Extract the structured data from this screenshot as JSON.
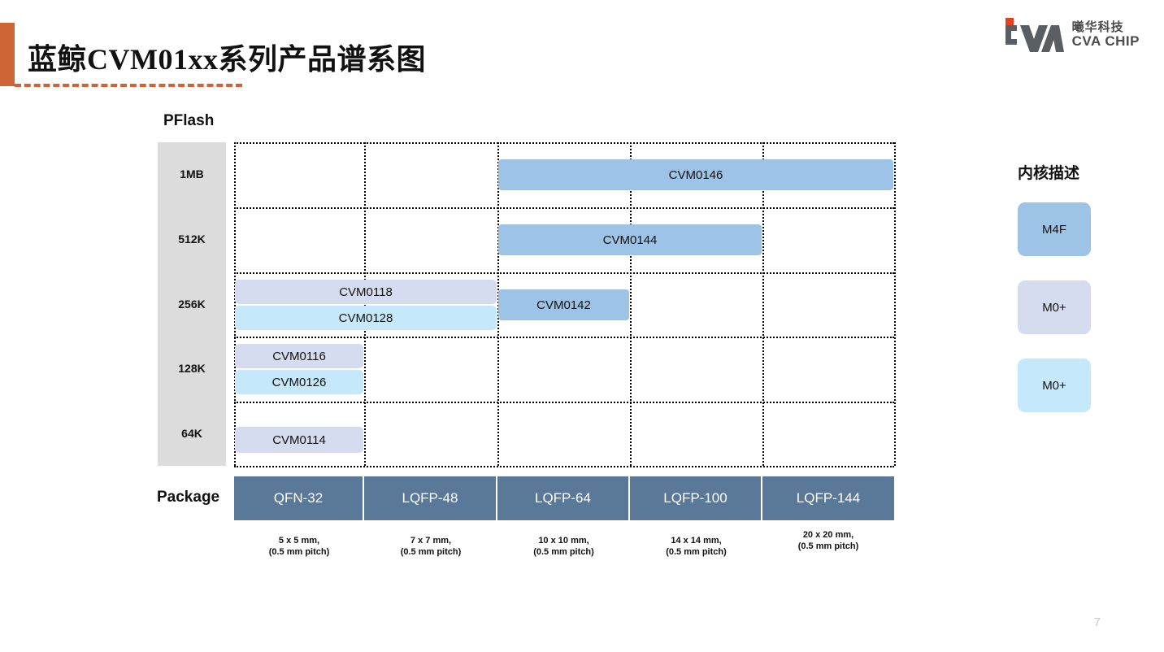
{
  "header": {
    "title": "蓝鲸CVM01xx系列产品谱系图",
    "accent_color": "#cf6437"
  },
  "logo": {
    "cn": "曦华科技",
    "en": "CVA CHIP",
    "mark_name": "cva-logo-mark",
    "mark_color": "#585e62",
    "dot_color": "#e0431e"
  },
  "axes": {
    "y_label": "PFlash",
    "x_label": "Package",
    "y_ticks": [
      "1MB",
      "512K",
      "256K",
      "128K",
      "64K"
    ],
    "x_categories": [
      "QFN-32",
      "LQFP-48",
      "LQFP-64",
      "LQFP-100",
      "LQFP-144"
    ],
    "x_sizes": [
      "5 x 5 mm,\n(0.5 mm pitch)",
      "7 x 7 mm,\n(0.5 mm pitch)",
      "10 x 10 mm,\n(0.5 mm pitch)",
      "14 x 14 mm,\n(0.5 mm pitch)",
      "20 x 20 mm,\n(0.5 mm pitch)"
    ]
  },
  "legend": {
    "title": "内核描述",
    "items": [
      {
        "label": "M4F",
        "color": "#9dc3e6",
        "class": "m4f"
      },
      {
        "label": "M0+",
        "color": "#d6dcef",
        "class": "m0a"
      },
      {
        "label": "M0+",
        "color": "#c5e9fb",
        "class": "m0b"
      }
    ]
  },
  "chart_data": {
    "type": "bar",
    "title": "蓝鲸CVM01xx系列产品谱系图",
    "xlabel": "Package",
    "ylabel": "PFlash",
    "categories": [
      "QFN-32",
      "LQFP-48",
      "LQFP-64",
      "LQFP-100",
      "LQFP-144"
    ],
    "ytick_labels": [
      "1MB",
      "512K",
      "256K",
      "128K",
      "64K"
    ],
    "grid": true,
    "legend_position": "right",
    "products": [
      {
        "name": "CVM0146",
        "core": "M4F",
        "flash": "1MB",
        "packages": [
          "LQFP-64",
          "LQFP-100",
          "LQFP-144"
        ],
        "color": "#9dc3e6"
      },
      {
        "name": "CVM0144",
        "core": "M4F",
        "flash": "512K",
        "packages": [
          "LQFP-64",
          "LQFP-100"
        ],
        "color": "#9dc3e6"
      },
      {
        "name": "CVM0118",
        "core": "M0+",
        "flash": "256K",
        "packages": [
          "QFN-32",
          "LQFP-48"
        ],
        "color": "#d6dcef"
      },
      {
        "name": "CVM0128",
        "core": "M0+",
        "flash": "256K",
        "packages": [
          "QFN-32",
          "LQFP-48"
        ],
        "color": "#c5e9fb"
      },
      {
        "name": "CVM0142",
        "core": "M4F",
        "flash": "256K",
        "packages": [
          "LQFP-64"
        ],
        "color": "#9dc3e6"
      },
      {
        "name": "CVM0116",
        "core": "M0+",
        "flash": "128K",
        "packages": [
          "QFN-32"
        ],
        "color": "#d6dcef"
      },
      {
        "name": "CVM0126",
        "core": "M0+",
        "flash": "128K",
        "packages": [
          "QFN-32"
        ],
        "color": "#c5e9fb"
      },
      {
        "name": "CVM0114",
        "core": "M0+",
        "flash": "64K",
        "packages": [
          "QFN-32"
        ],
        "color": "#d6dcef"
      }
    ]
  },
  "footer": {
    "page_number": "7"
  }
}
